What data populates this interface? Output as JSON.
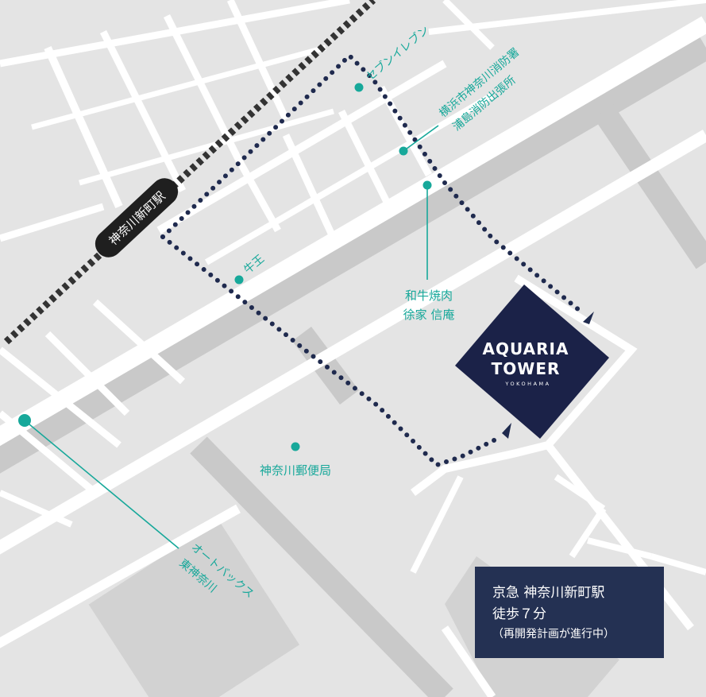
{
  "colors": {
    "background": "#e4e4e4",
    "road": "#ffffff",
    "major_road": "#c9c9c9",
    "block": "#d2d2d2",
    "teal": "#17a89a",
    "navy": "#1b2248",
    "route": "#1f2a4e",
    "info_box": "#243153"
  },
  "station": {
    "label": "神奈川新町駅"
  },
  "landmarks": {
    "seven_eleven": "セブンイレブン",
    "fire_dept_line1": "横浜市神奈川消防署",
    "fire_dept_line2": "浦島消防出張所",
    "gyuoh": "牛王",
    "yakiniku_line1": "和牛焼肉",
    "yakiniku_line2": "徐家 信庵",
    "post_office": "神奈川郵便局",
    "autobacs_line1": "オートバックス",
    "autobacs_line2": "東神奈川"
  },
  "tower": {
    "name_line1": "AQUARIA",
    "name_line2": "TOWER",
    "sub": "YOKOHAMA"
  },
  "info": {
    "line1": "京急 神奈川新町駅",
    "line2": "徒歩７分",
    "line3": "（再開発計画が進行中）"
  },
  "icons": [
    "railway-track",
    "route-arrow-icon",
    "landmark-dot-icon"
  ]
}
